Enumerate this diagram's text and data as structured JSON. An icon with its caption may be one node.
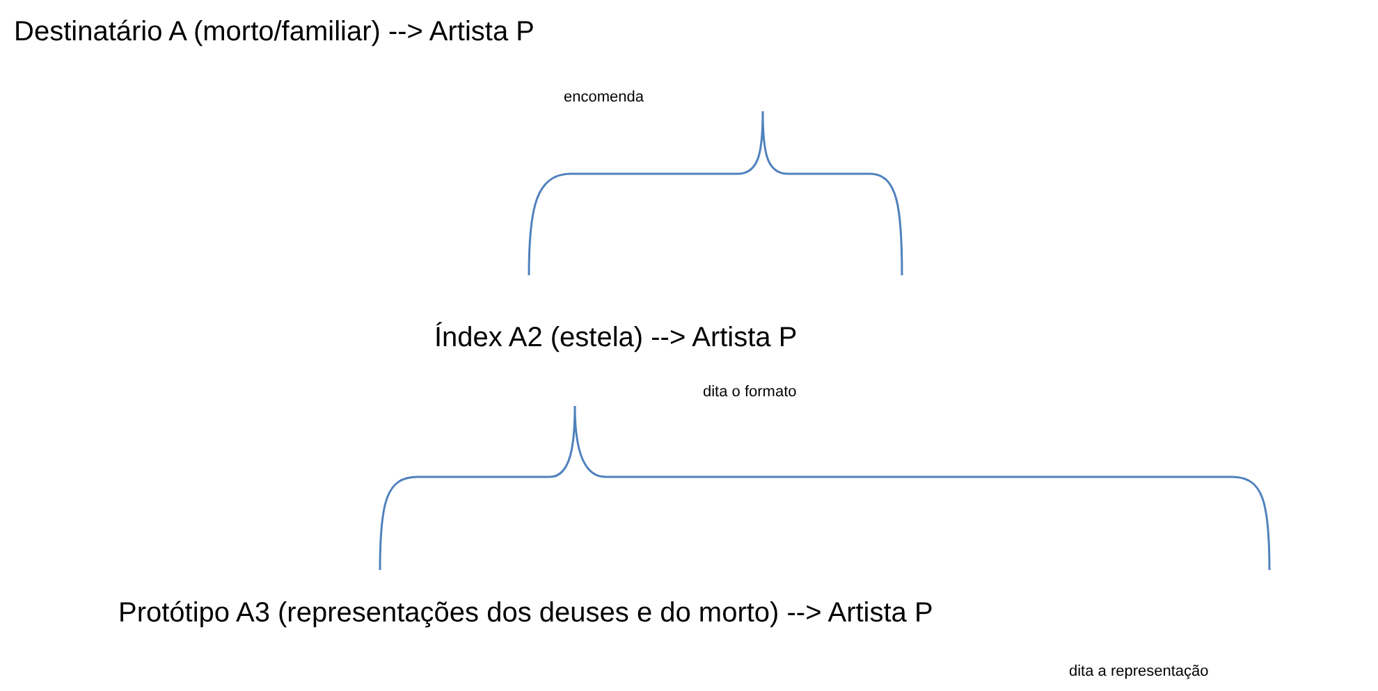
{
  "diagram": {
    "labels": [
      "Destinatário A (morto/familiar) --> Artista P",
      "encomenda",
      "Índex A2 (estela) --> Artista P",
      "dita o formato",
      "Protótipo A3 (representações dos deuses e do morto) --> Artista P",
      "dita a representação"
    ]
  }
}
